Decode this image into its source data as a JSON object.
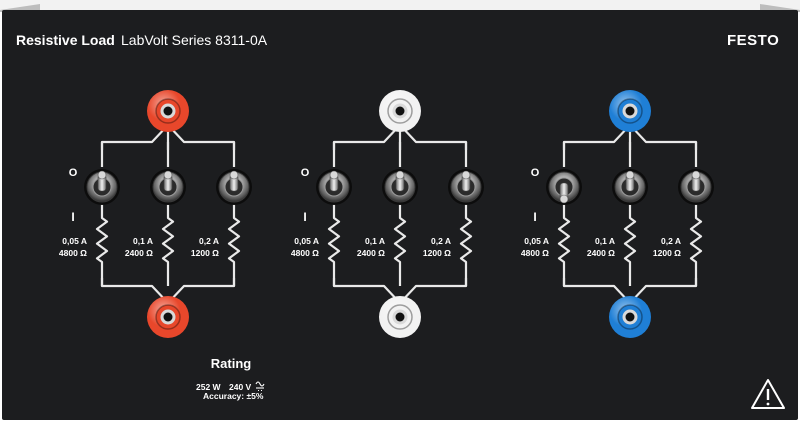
{
  "header": {
    "module_name": "Resistive Load",
    "series": "LabVolt Series 8311-0A",
    "brand": "FESTO"
  },
  "sections": [
    {
      "terminal_color": "#e8472b",
      "switch_on_mark": "I",
      "switch_off_mark": "O",
      "branches": [
        {
          "current": "0,05 A",
          "resistance": "4800 Ω"
        },
        {
          "current": "0,1 A",
          "resistance": "2400 Ω"
        },
        {
          "current": "0,2 A",
          "resistance": "1200 Ω"
        }
      ]
    },
    {
      "terminal_color": "#f2f2f2",
      "switch_on_mark": "I",
      "switch_off_mark": "O",
      "branches": [
        {
          "current": "0,05 A",
          "resistance": "4800 Ω"
        },
        {
          "current": "0,1 A",
          "resistance": "2400 Ω"
        },
        {
          "current": "0,2 A",
          "resistance": "1200 Ω"
        }
      ]
    },
    {
      "terminal_color": "#1f7fd6",
      "switch_on_mark": "I",
      "switch_off_mark": "O",
      "branches": [
        {
          "current": "0,05 A",
          "resistance": "4800 Ω"
        },
        {
          "current": "0,1 A",
          "resistance": "2400 Ω"
        },
        {
          "current": "0,2 A",
          "resistance": "1200 Ω"
        }
      ]
    }
  ],
  "rating": {
    "title": "Rating",
    "power": "252 W",
    "voltage": "240 V",
    "accuracy": "Accuracy: ±5%"
  },
  "icons": {
    "warning": "warning-triangle-icon",
    "acdc": "ac-dc-symbol-icon"
  },
  "colors": {
    "panel": "#1c1d1f",
    "line": "#e9e9e9"
  }
}
